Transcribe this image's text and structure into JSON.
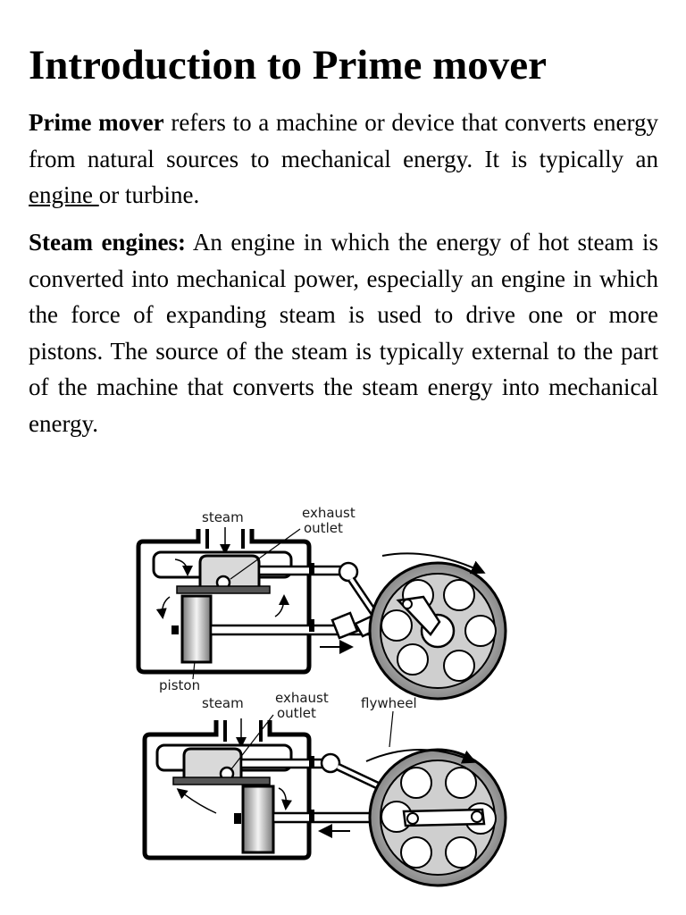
{
  "page": {
    "title": "Introduction to Prime mover",
    "para1": {
      "term": "Prime mover",
      "text_a": " refers to a machine or device that converts energy from natural sources to  mechanical energy. It is typically an ",
      "link": "engine ",
      "text_b": "or turbine."
    },
    "para2": {
      "term": "Steam engines:",
      "text": " An engine in which the energy of hot steam is converted into mechanical power,  especially an engine in which the force of expanding steam is used to drive one or more pistons.  The source of the steam is typically external to the part of the machine that converts the steam  energy into mechanical energy."
    }
  },
  "diagram": {
    "labels": {
      "steam_top": "steam",
      "exhaust_top": "exhaust",
      "outlet_top": "outlet",
      "piston": "piston",
      "steam_bottom": "steam",
      "exhaust_bottom": "exhaust",
      "outlet_bottom": "outlet",
      "flywheel": "flywheel"
    }
  },
  "colors": {
    "text": "#000000",
    "background": "#ffffff",
    "cylinder_fill": "#d9d9d9",
    "wheel_fill": "#cfcfcf"
  }
}
